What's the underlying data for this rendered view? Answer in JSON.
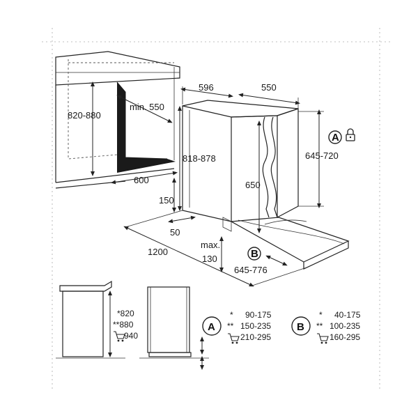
{
  "dimensions": {
    "width_top": "596",
    "depth_top": "550",
    "niche_height": "820-880",
    "min_depth": "min. 550",
    "niche_width": "600",
    "appliance_height": "818-878",
    "door_height": "645-720",
    "door_inner": "650",
    "plinth_height": "150",
    "plinth_depth": "50",
    "open_width": "1200",
    "max_130_line1": "max.",
    "max_130_line2": "130",
    "range_b": "645-776"
  },
  "markers": {
    "a_letter": "A",
    "b_letter": "B"
  },
  "side_heights": {
    "h1": "*820",
    "h2": "**880",
    "h3": "940"
  },
  "legend_a": {
    "letter": "A",
    "rows": [
      {
        "mark": "*",
        "value": "90-175"
      },
      {
        "mark": "**",
        "value": "150-235"
      },
      {
        "mark": "",
        "value": "210-295"
      }
    ]
  },
  "legend_b": {
    "letter": "B",
    "rows": [
      {
        "mark": "*",
        "value": "40-175"
      },
      {
        "mark": "**",
        "value": "100-235"
      },
      {
        "mark": "",
        "value": "160-295"
      }
    ]
  },
  "icons": [
    "lock-icon",
    "cart-icon"
  ]
}
